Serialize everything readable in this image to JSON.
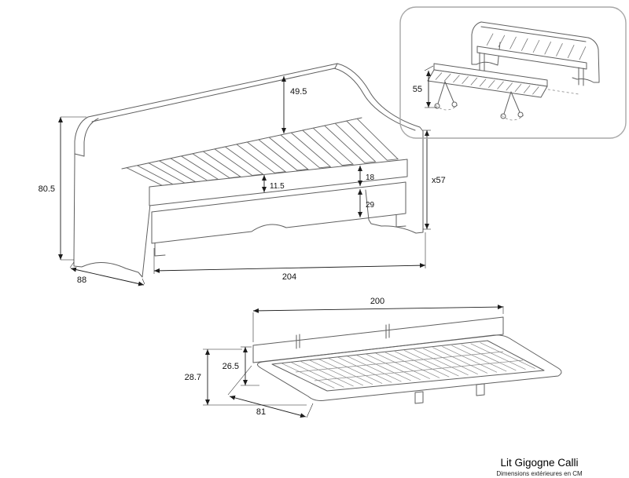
{
  "drawing": {
    "main_view": {
      "overall_height": "80.5",
      "depth": "88",
      "backrest_height": "49.5",
      "front_rail_height": "11.5",
      "upper_front_height": "18",
      "drawer_front_height": "29",
      "side_height": "x57",
      "length": "204"
    },
    "inset_view": {
      "trundle_open_height": "55"
    },
    "trundle_view": {
      "length": "200",
      "frame_height": "26.5",
      "overall_height": "28.7",
      "depth": "81"
    }
  },
  "footer": {
    "title": "Lit Gigogne Calli",
    "subtitle": "Dimensions extérieures en CM"
  }
}
